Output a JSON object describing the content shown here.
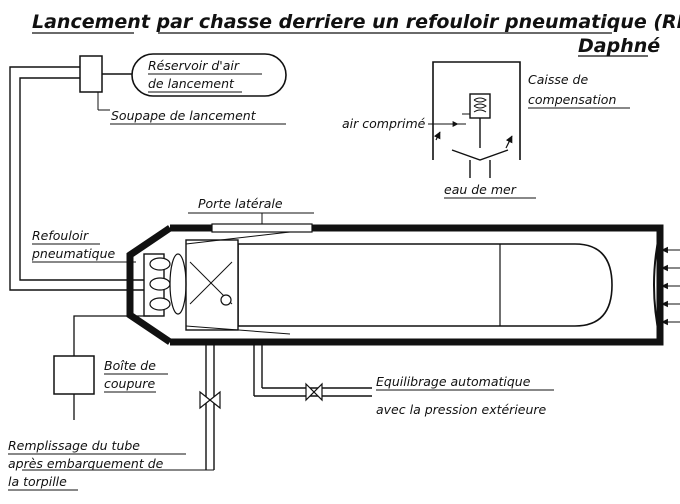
{
  "diagram": {
    "title": "Lancement par chasse derriere un refouloir pneumatique (RP)",
    "subtitle": "Daphné",
    "labels": {
      "reservoir_line1": "Réservoir d'air",
      "reservoir_line2": "de lancement",
      "soupape": "Soupape de lancement",
      "caisse_line1": "Caisse de",
      "caisse_line2": "compensation",
      "air_comprime": "air comprimé",
      "eau_de_mer": "eau de mer",
      "porte_laterale": "Porte latérale",
      "refouloir_line1": "Refouloir",
      "refouloir_line2": "pneumatique",
      "boite_line1": "Boîte de",
      "boite_line2": "coupure",
      "equilibrage_line1": "Equilibrage automatique",
      "equilibrage_line2": "avec la pression extérieure",
      "remplissage_line1": "Remplissage du tube",
      "remplissage_line2": "après embarquement de",
      "remplissage_line3": "la torpille"
    },
    "colors": {
      "ink": "#111111",
      "paper": "#ffffff"
    }
  }
}
